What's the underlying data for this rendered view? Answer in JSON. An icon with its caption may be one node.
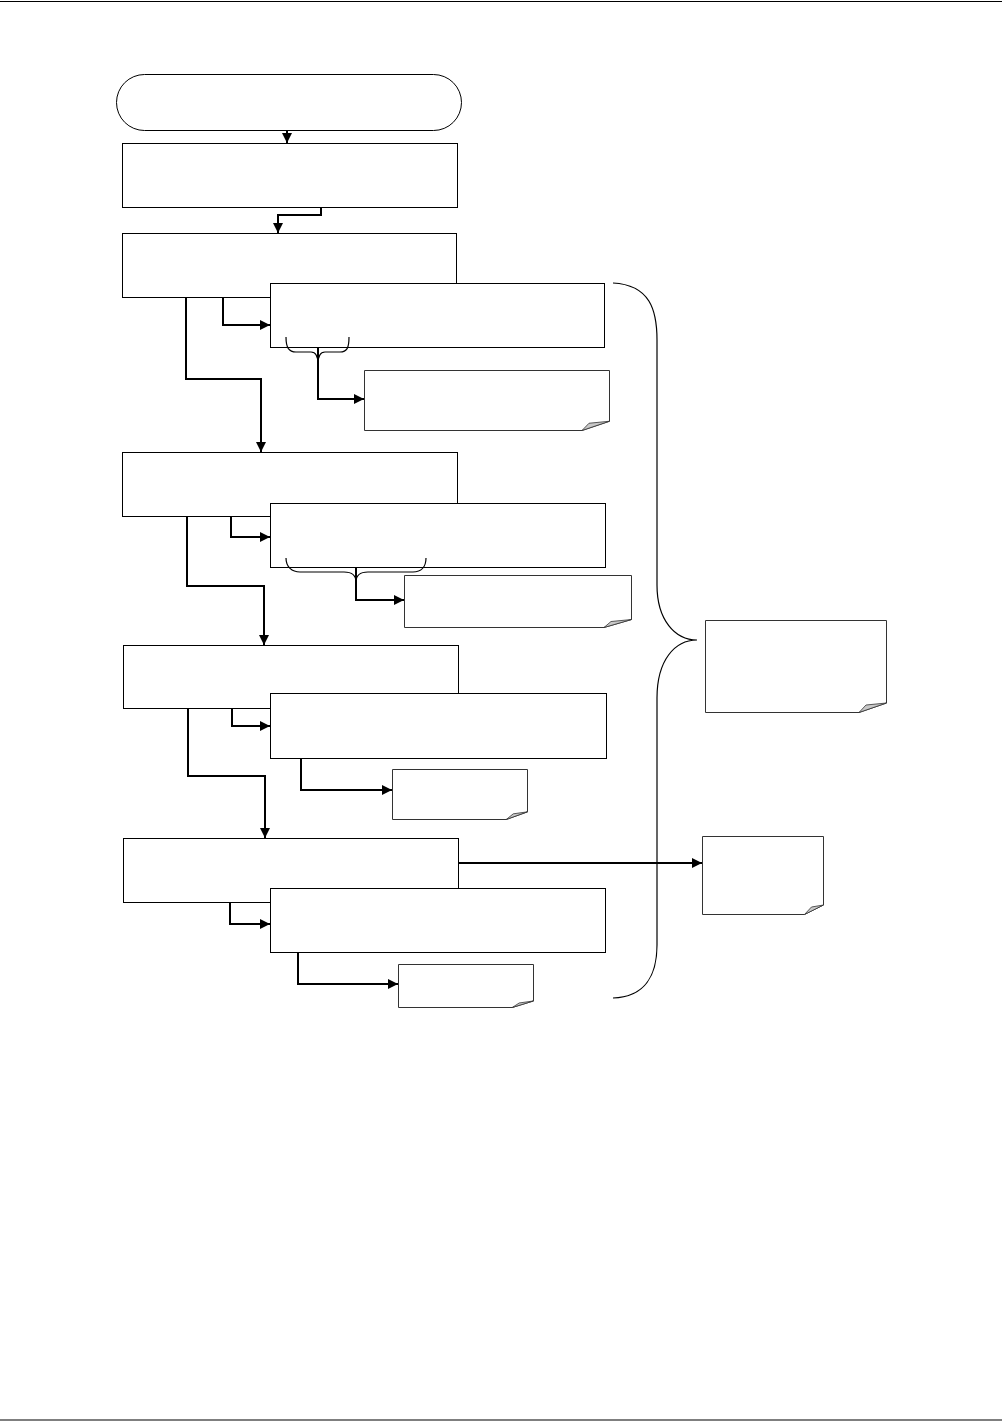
{
  "diagram": {
    "nodes": [
      {
        "text": [],
        "shape": "pill"
      },
      {
        "text": [],
        "shape": "box"
      },
      {
        "text": [],
        "shape": "box"
      },
      {
        "text": [],
        "shape": "box"
      },
      {
        "text": [],
        "shape": "note"
      },
      {
        "text": [],
        "shape": "box"
      },
      {
        "text": [],
        "shape": "box"
      },
      {
        "text": [],
        "shape": "note"
      },
      {
        "text": [],
        "shape": "box"
      },
      {
        "text": [],
        "shape": "box"
      },
      {
        "text": [],
        "shape": "note"
      },
      {
        "text": [],
        "shape": "box"
      },
      {
        "text": [],
        "shape": "box"
      },
      {
        "text": [],
        "shape": "note"
      },
      {
        "text": [],
        "shape": "note"
      },
      {
        "text": [],
        "shape": "note"
      }
    ],
    "edges": [
      {
        "from": 0,
        "to": 1,
        "arrow": "to"
      },
      {
        "from": 1,
        "to": 2,
        "arrow": "to"
      },
      {
        "from": 2,
        "to": 3,
        "arrow": "to"
      },
      {
        "from": 3,
        "to": 4,
        "arrow": "to"
      },
      {
        "from": 2,
        "to": 5,
        "arrow": "to"
      },
      {
        "from": 5,
        "to": 6,
        "arrow": "to"
      },
      {
        "from": 6,
        "to": 7,
        "arrow": "to"
      },
      {
        "from": 5,
        "to": 8,
        "arrow": "to"
      },
      {
        "from": 8,
        "to": 9,
        "arrow": "to"
      },
      {
        "from": 9,
        "to": 10,
        "arrow": "to"
      },
      {
        "from": 8,
        "to": 11,
        "arrow": "to"
      },
      {
        "from": 11,
        "to": 12,
        "arrow": "to"
      },
      {
        "from": 12,
        "to": 13,
        "arrow": "to"
      },
      {
        "from": 11,
        "to": 15,
        "arrow": "to"
      }
    ]
  }
}
